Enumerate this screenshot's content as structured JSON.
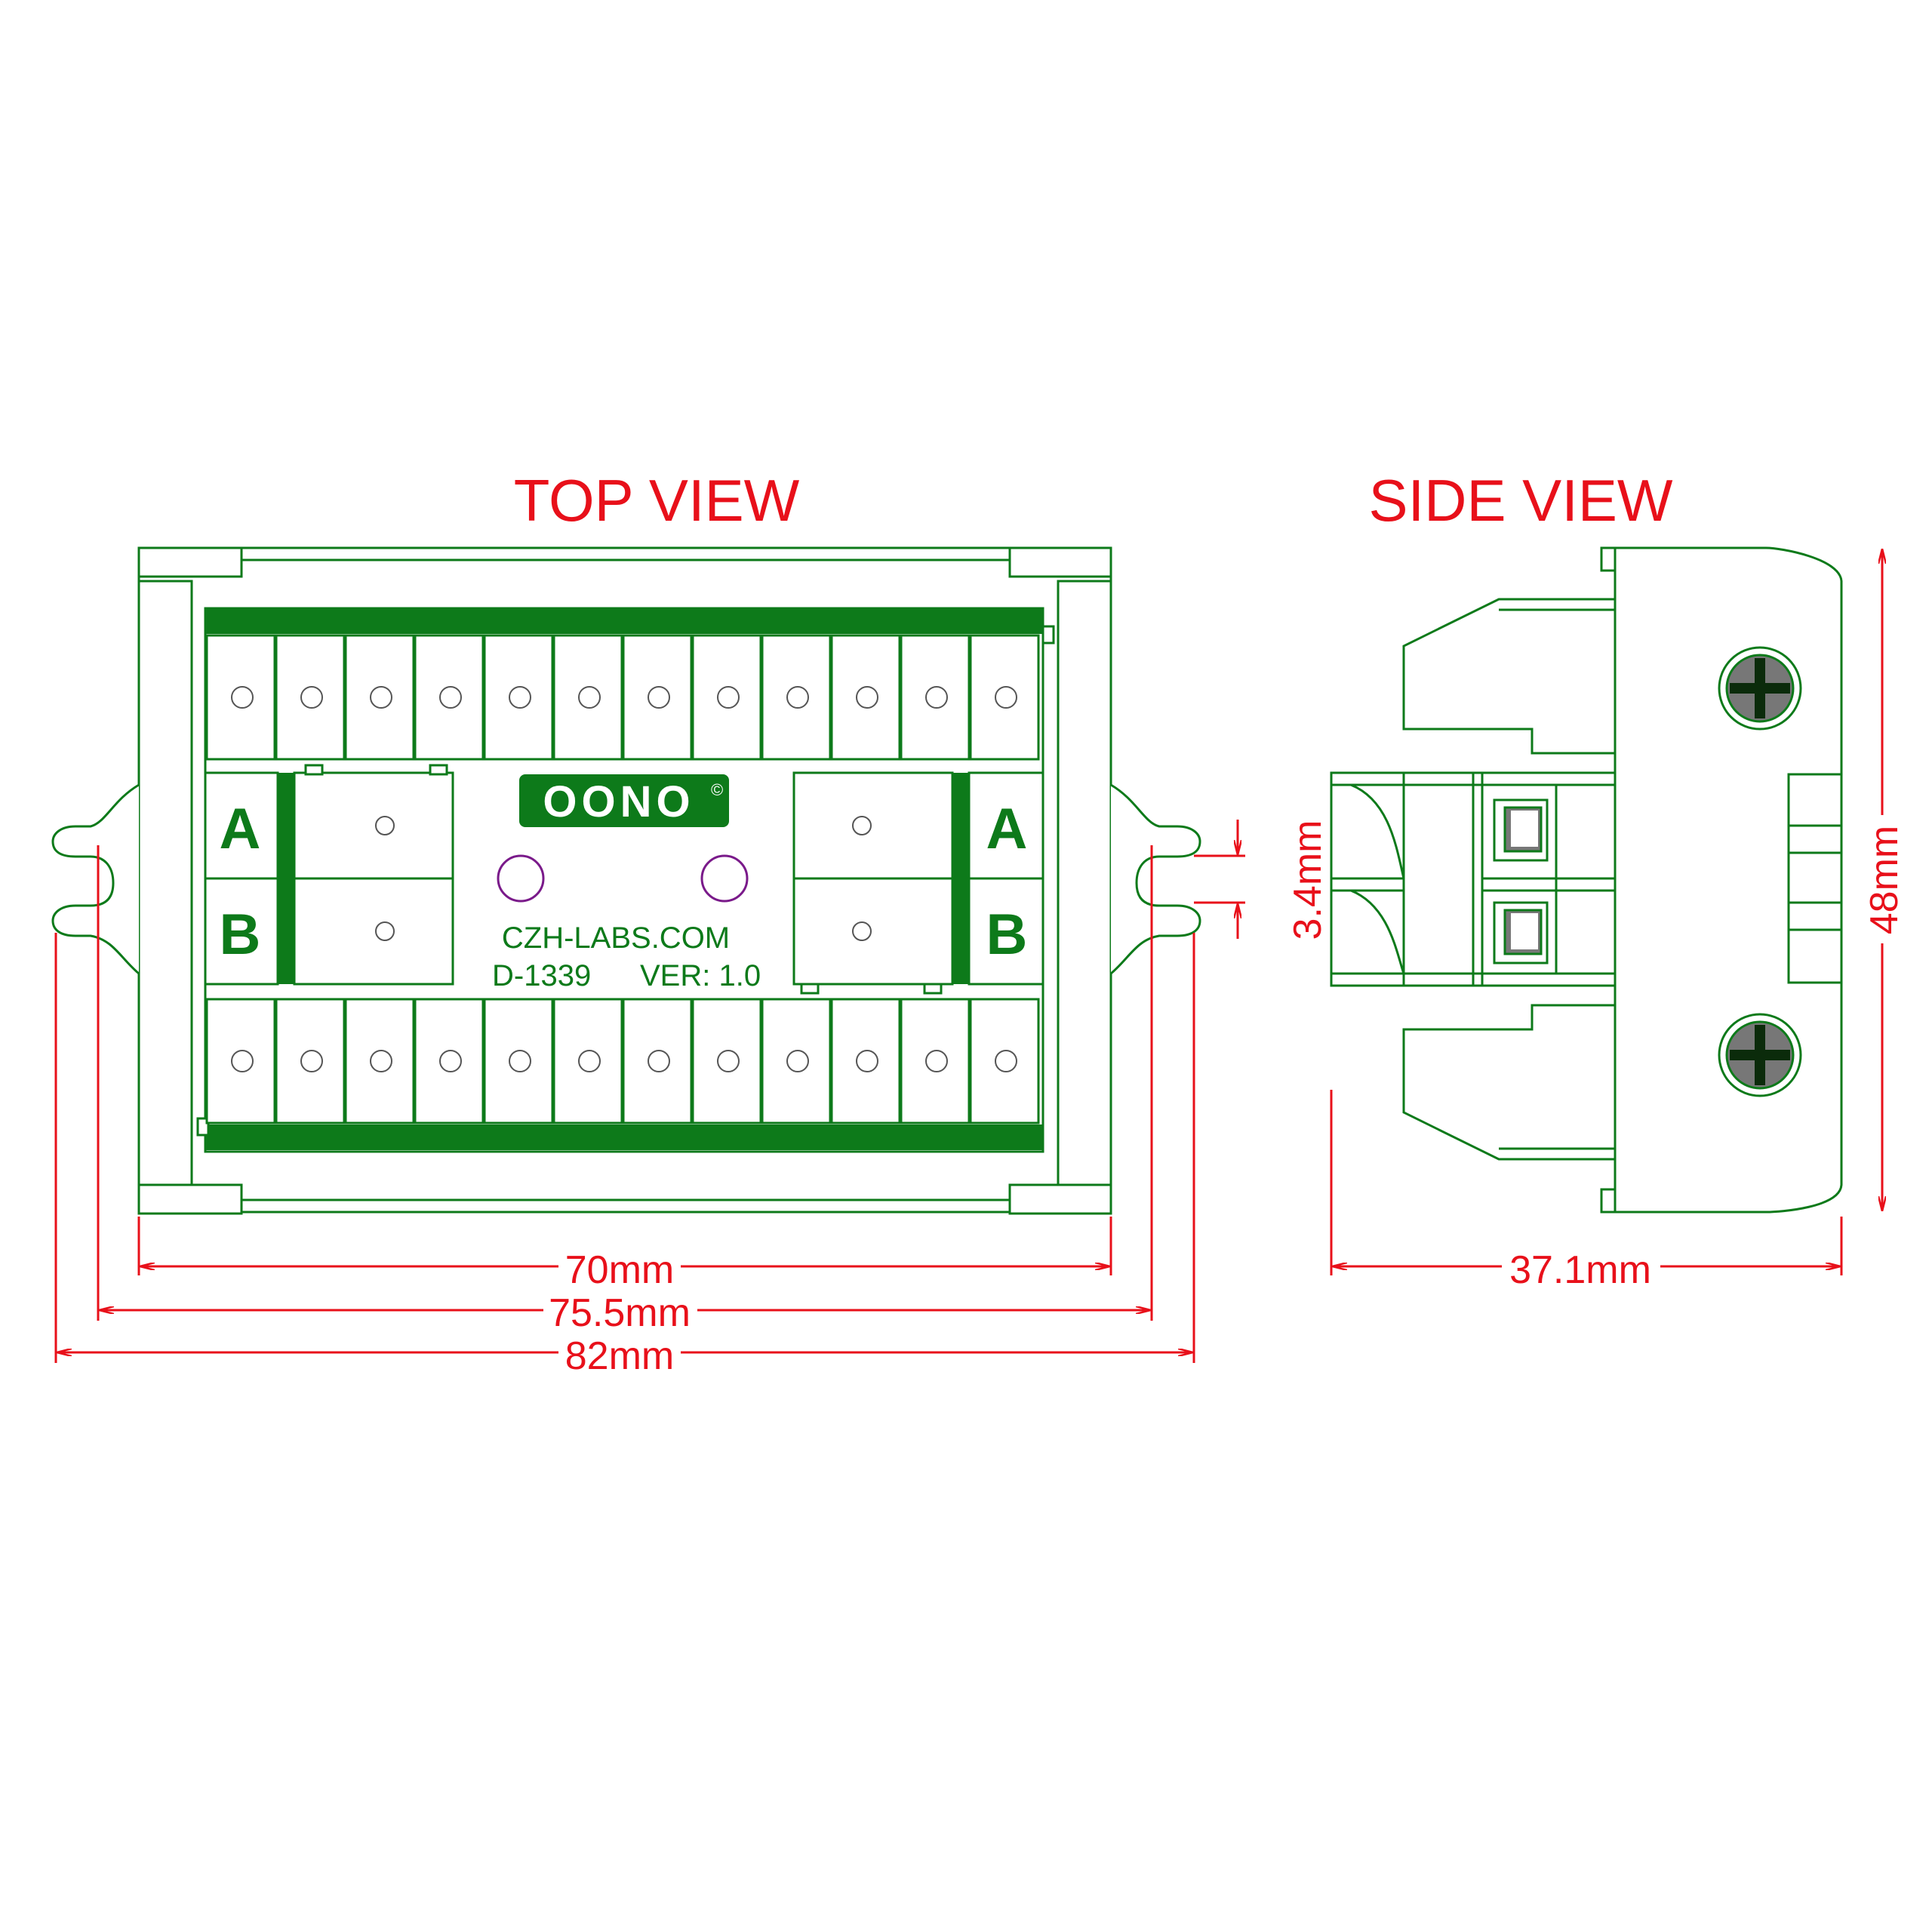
{
  "titles": {
    "top": "TOP VIEW",
    "side": "SIDE VIEW"
  },
  "board": {
    "logo": "OONO",
    "logo_mark": "©",
    "website": "CZH-LABS.COM",
    "part_number": "D-1339",
    "version": "VER: 1.0",
    "left_labels": [
      "A",
      "B"
    ],
    "right_labels": [
      "A",
      "B"
    ],
    "top_row_terminals": 12,
    "bottom_row_terminals": 12
  },
  "dimensions": {
    "width_inner": "70mm",
    "width_mount": "75.5mm",
    "width_total": "82mm",
    "side_depth": "37.1mm",
    "side_height": "48mm",
    "slot_width": "3.4mm"
  },
  "colors": {
    "outline": "#0d7a1a",
    "fill": "#ffffff",
    "dimension": "#e8101a",
    "led_ring": "#7a1a8a"
  }
}
